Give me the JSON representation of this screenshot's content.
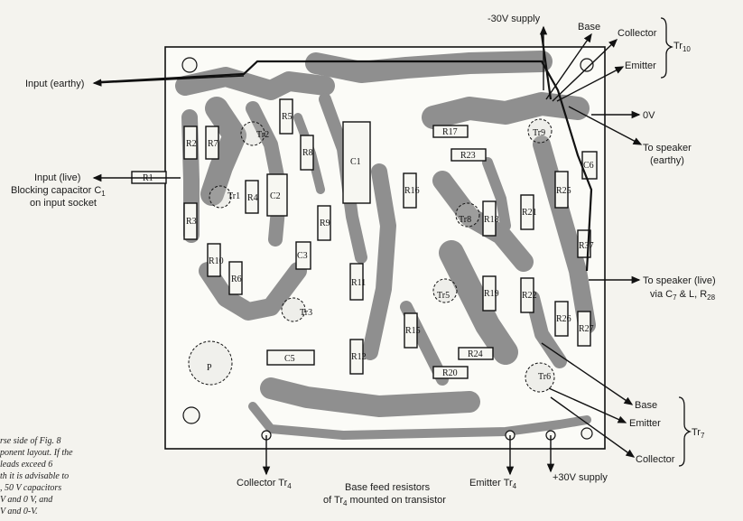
{
  "labels": {
    "input_earthy": "Input (earthy)",
    "input_live": "Input (live)",
    "blocking_cap": "Blocking capacitor C",
    "blocking_cap_sub": "1",
    "input_socket": "on input socket",
    "supply_neg": "-30V supply",
    "base_tr10": "Base",
    "collector_tr10": "Collector",
    "emitter_tr10": "Emitter",
    "tr10": "Tr",
    "tr10_sub": "10",
    "zero_v": "0V",
    "to_speaker_earthy_1": "To speaker",
    "to_speaker_earthy_2": "(earthy)",
    "to_speaker_live_1": "To speaker (live)",
    "to_speaker_live_2": "via C",
    "to_speaker_live_2_sub1": "7",
    "to_speaker_live_2_mid": " & L, R",
    "to_speaker_live_2_sub2": "28",
    "base_tr7": "Base",
    "emitter_tr7": "Emitter",
    "collector_tr7": "Collector",
    "tr7": "Tr",
    "tr7_sub": "7",
    "collector_tr4": "Collector Tr",
    "collector_tr4_sub": "4",
    "base_feed_1": "Base feed resistors",
    "base_feed_2": "of Tr",
    "base_feed_2_sub": "4",
    "base_feed_3": " mounted on transistor",
    "emitter_tr4": "Emitter Tr",
    "emitter_tr4_sub": "4",
    "supply_pos": "+30V supply"
  },
  "caption_lines": [
    "rse side of Fig. 8",
    "ponent layout. If the",
    "leads exceed 6",
    "th it is advisable to",
    ", 50 V capacitors",
    "V and 0 V, and",
    "V and 0-V."
  ],
  "components": {
    "r1": "R1",
    "r2": "R2",
    "r3": "R3",
    "r4": "R4",
    "r5": "R5",
    "r6": "R6",
    "r7": "R7",
    "r8": "R8",
    "r9": "R9",
    "r10": "R10",
    "r11": "R11",
    "r12": "R12",
    "r15": "R15",
    "r16": "R16",
    "r17": "R17",
    "r18": "R18",
    "r19": "R19",
    "r20": "R20",
    "r21": "R21",
    "r22": "R22",
    "r23": "R23",
    "r24": "R24",
    "r25": "R25",
    "r26": "R26",
    "r27": "R27",
    "r37": "R37",
    "c1": "C1",
    "c2": "C2",
    "c3": "C3",
    "c5": "C5",
    "c6": "C6",
    "tr1": "Tr1",
    "tr2": "Tr2",
    "tr3": "Tr3",
    "tr5": "Tr5",
    "tr6": "Tr6",
    "tr8": "Tr8",
    "tr9": "Tr9",
    "p": "P"
  }
}
